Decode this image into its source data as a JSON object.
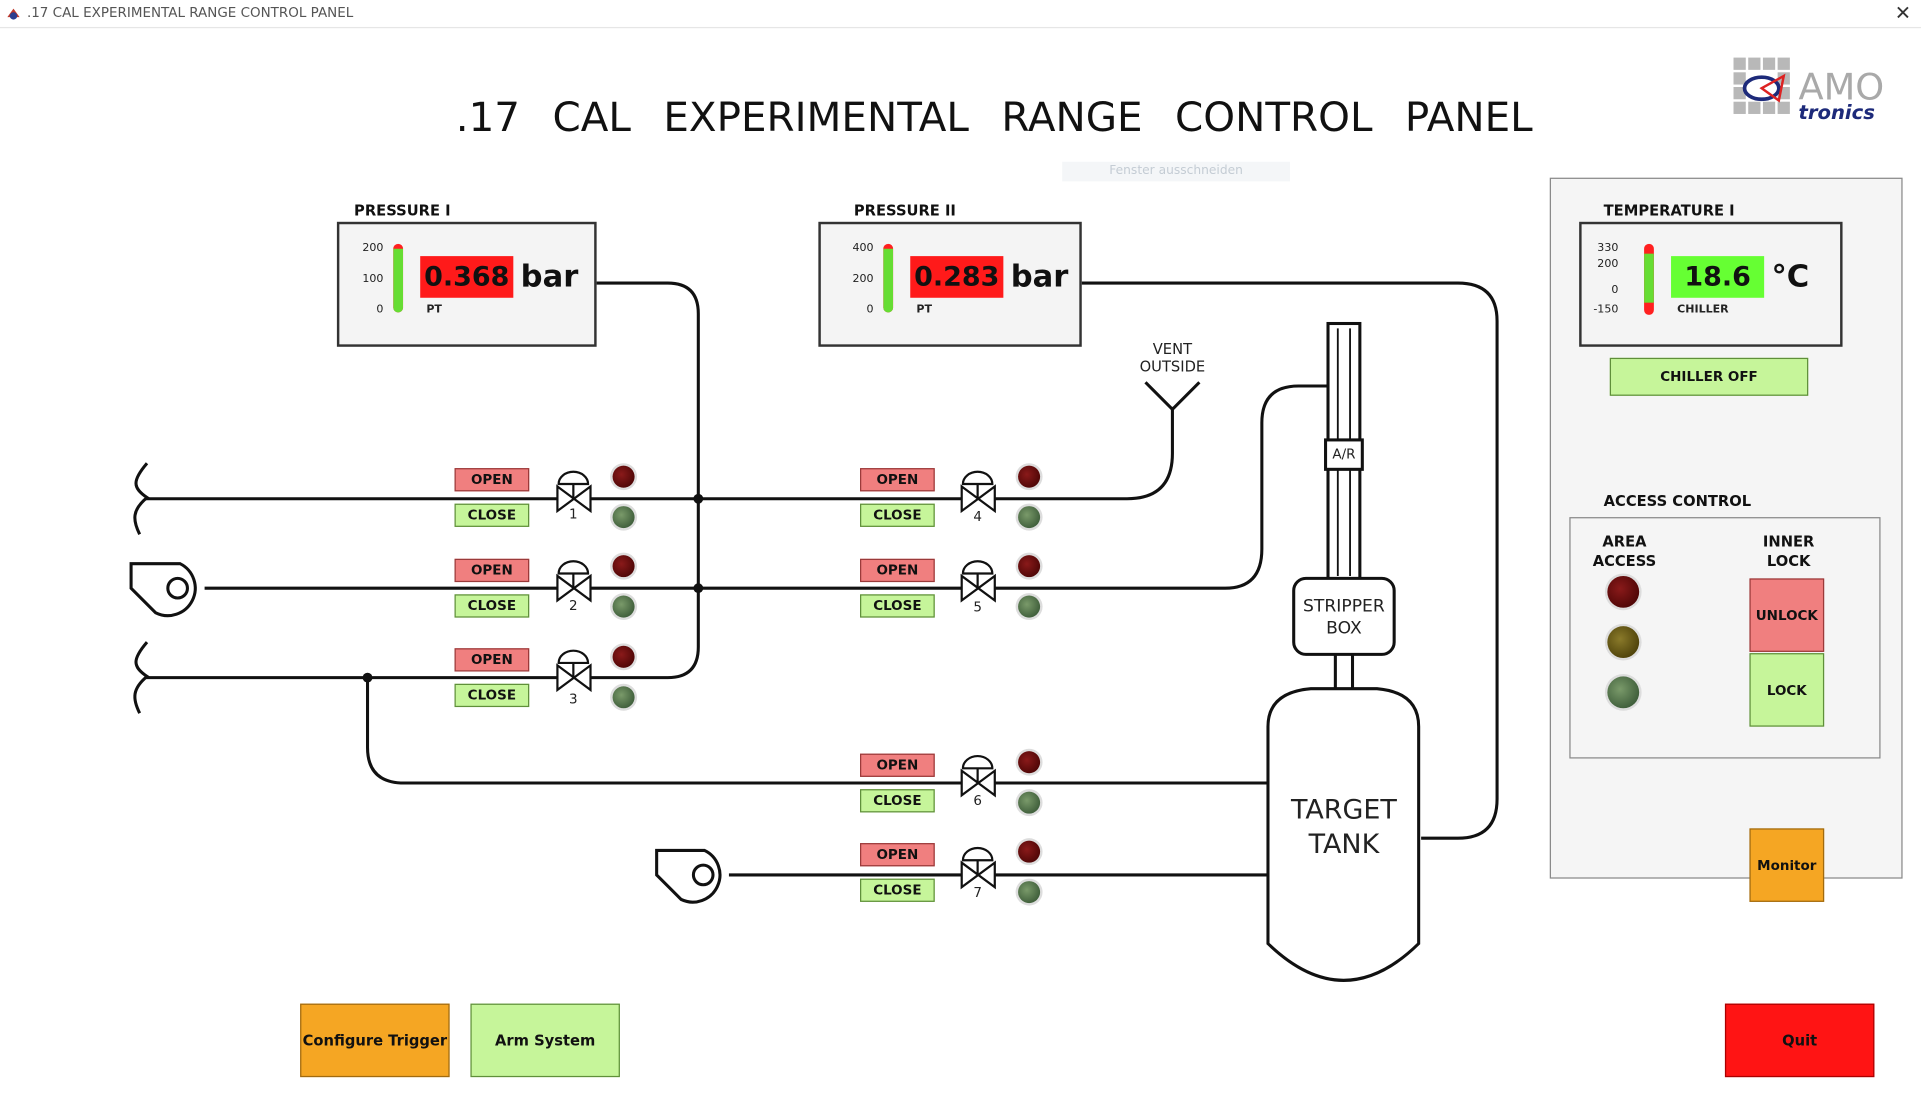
{
  "window": {
    "title": ".17 CAL EXPERIMENTAL RANGE CONTROL PANEL"
  },
  "main_title": ".17 CAL EXPERIMENTAL RANGE CONTROL PANEL",
  "faint_overlay": "Fenster ausschneiden",
  "logo": {
    "line1": "AMO",
    "line2": "tronics"
  },
  "pressure1": {
    "label": "PRESSURE I",
    "value": "0.368",
    "unit": "bar",
    "gauge_label": "PT",
    "ticks": [
      "200",
      "100",
      "0"
    ],
    "bar_fraction": 0.93
  },
  "pressure2": {
    "label": "PRESSURE II",
    "value": "0.283",
    "unit": "bar",
    "gauge_label": "PT",
    "ticks": [
      "400",
      "200",
      "0"
    ],
    "bar_fraction": 0.92
  },
  "temperature1": {
    "label": "TEMPERATURE I",
    "value": "18.6",
    "unit": "°C",
    "gauge_label": "CHILLER",
    "ticks": [
      "330",
      "200",
      "0",
      "-150"
    ]
  },
  "chiller_button": "CHILLER OFF",
  "access_control": {
    "label": "ACCESS CONTROL",
    "area_access": "AREA ACCESS",
    "inner_lock": "INNER LOCK",
    "unlock": "UNLOCK",
    "lock": "LOCK"
  },
  "valves": {
    "open_label": "OPEN",
    "close_label": "CLOSE",
    "numbers": [
      "1",
      "2",
      "3",
      "4",
      "5",
      "6",
      "7"
    ]
  },
  "diagram": {
    "vent": "VENT OUTSIDE",
    "ar": "A/R",
    "stripper": "STRIPPER BOX",
    "target": "TARGET TANK"
  },
  "buttons": {
    "configure_trigger": "Configure Trigger",
    "arm_system": "Arm System",
    "quit": "Quit",
    "monitor": "Monitor"
  },
  "colors": {
    "open": "#f07f7f",
    "close": "#c6f59a",
    "alarm_red": "#ff1a1a",
    "ok_green": "#66ff33",
    "orange": "#f5a623",
    "quit_red": "#ff1414"
  }
}
